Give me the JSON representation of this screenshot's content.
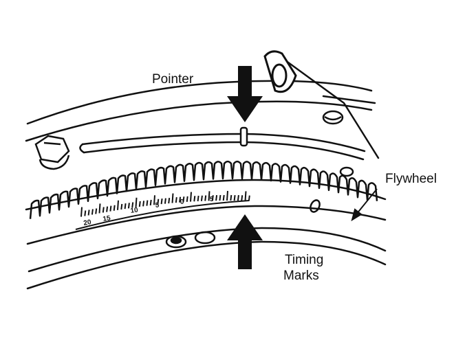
{
  "labels": {
    "pointer": "Pointer",
    "flywheel": "Flywheel",
    "timing_line1": "Timing",
    "timing_line2": "Marks"
  },
  "scale_numbers": [
    "20",
    "15",
    "10",
    "5",
    "0",
    "5"
  ],
  "colors": {
    "ink": "#111111",
    "background": "#ffffff"
  }
}
